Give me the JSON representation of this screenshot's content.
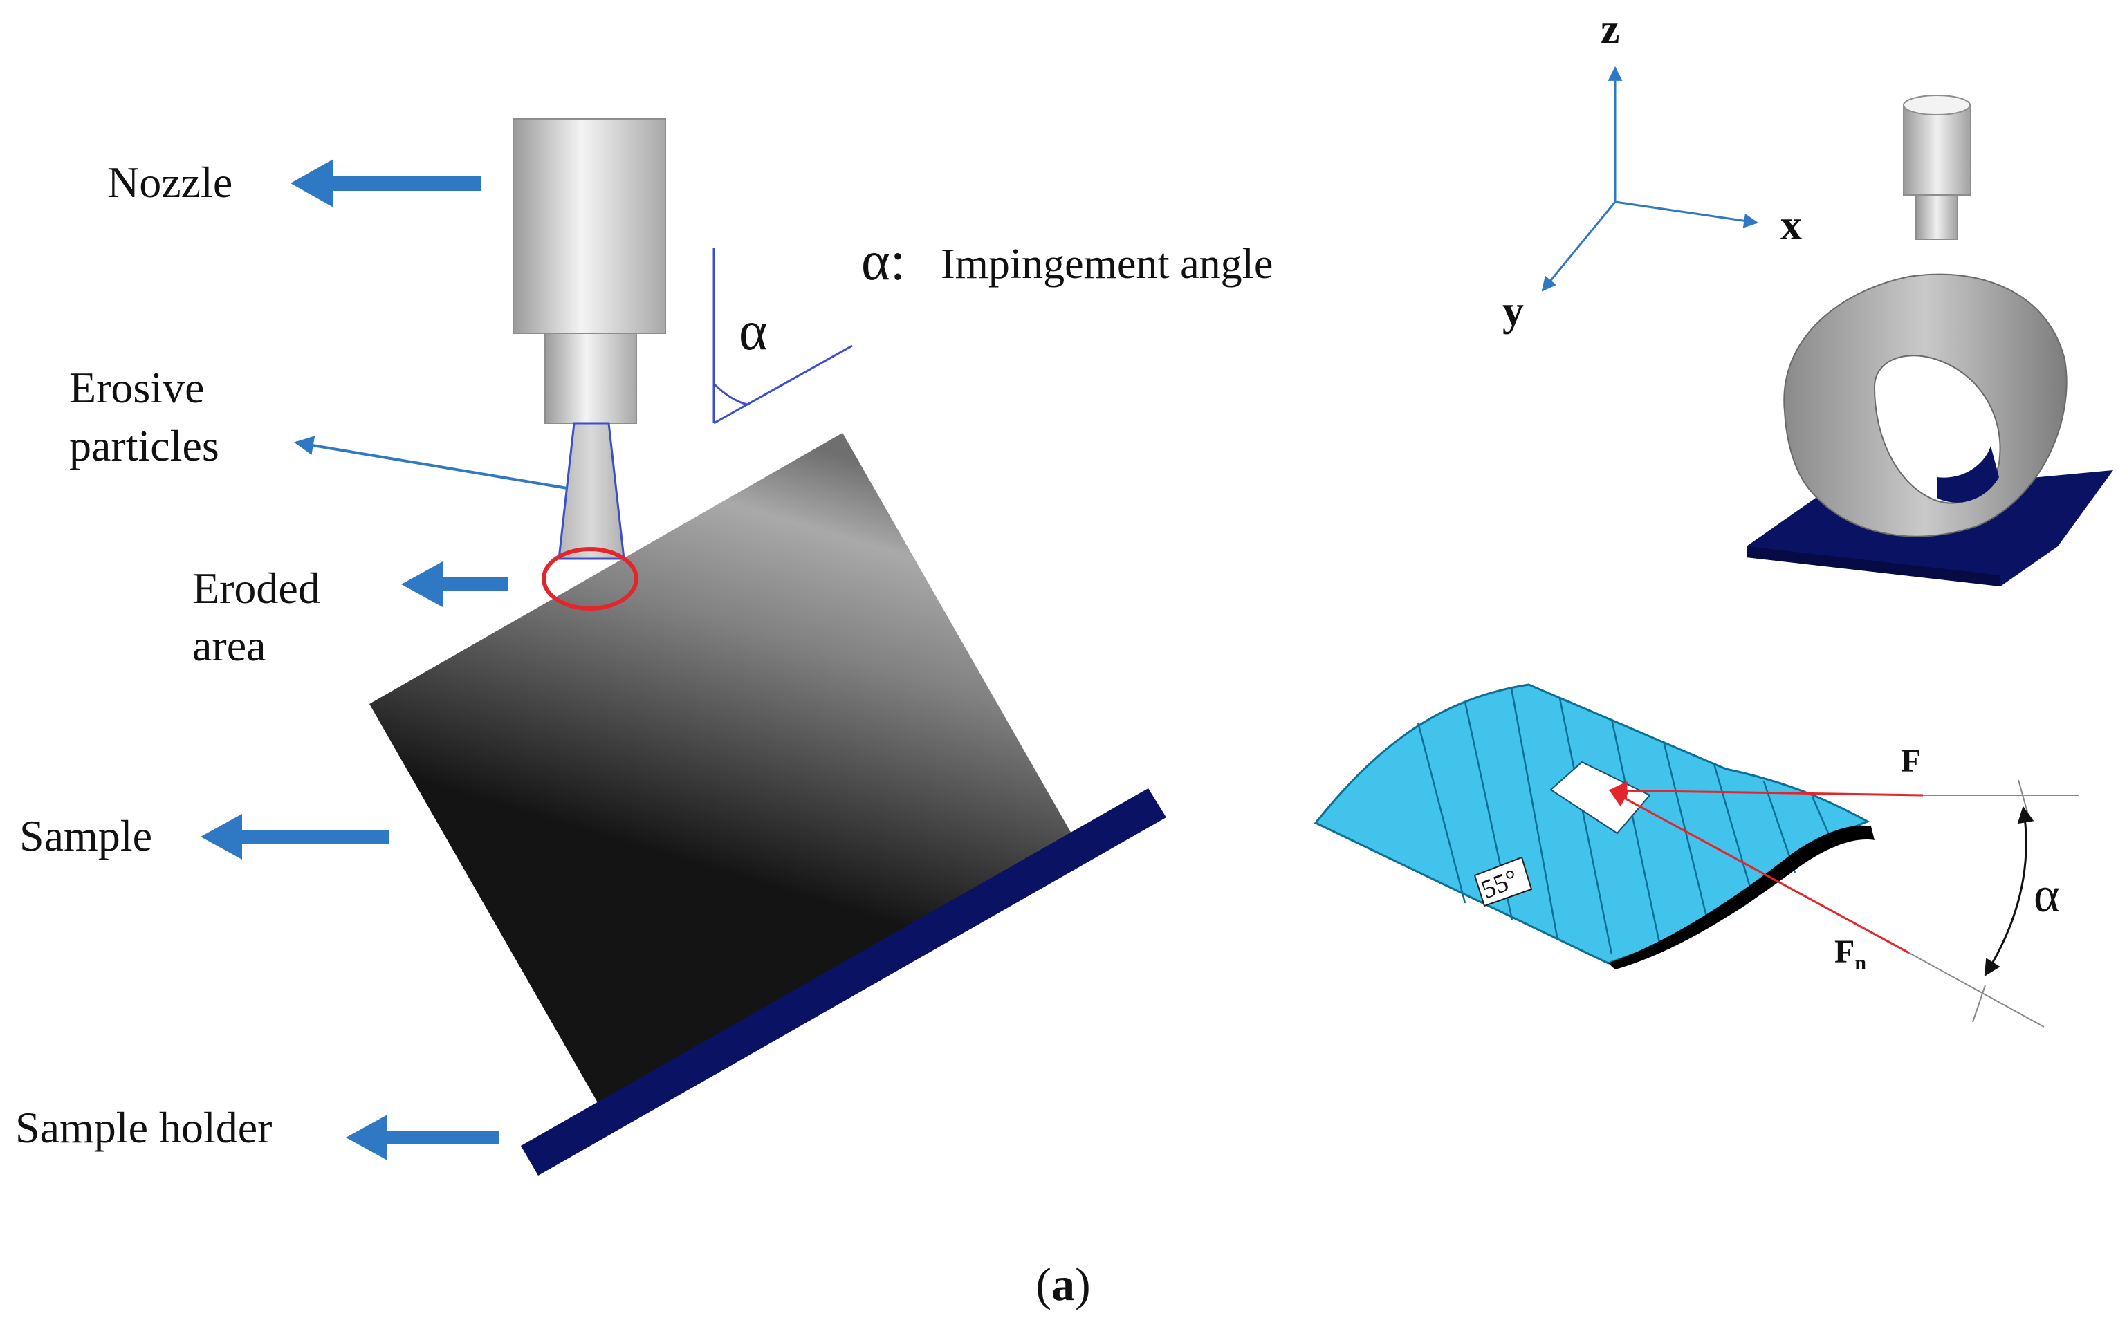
{
  "labels": {
    "nozzle": "Nozzle",
    "erosive_line1": "Erosive",
    "erosive_line2": "particles",
    "eroded_line1": "Eroded",
    "eroded_line2": "area",
    "sample": "Sample",
    "sample_holder": "Sample holder",
    "alpha_symbol": "α",
    "alpha_legend_symbol": "α:",
    "alpha_legend_text": "Impingement angle",
    "axis_z": "z",
    "axis_x": "x",
    "axis_y": "y",
    "force_f": "F",
    "force_fn": "F",
    "force_fn_sub": "n",
    "angle_55": "55°",
    "alpha_right": "α",
    "caption_open": "(",
    "caption_letter": "a",
    "caption_close": ")"
  },
  "colors": {
    "arrow_blue": "#2f78c4",
    "holder_navy": "#0a1263",
    "eroded_circle": "#e3262b",
    "force_red": "#e3262b",
    "surface_cyan": "#41c3ec",
    "angle_blue": "#3a4fc9"
  }
}
